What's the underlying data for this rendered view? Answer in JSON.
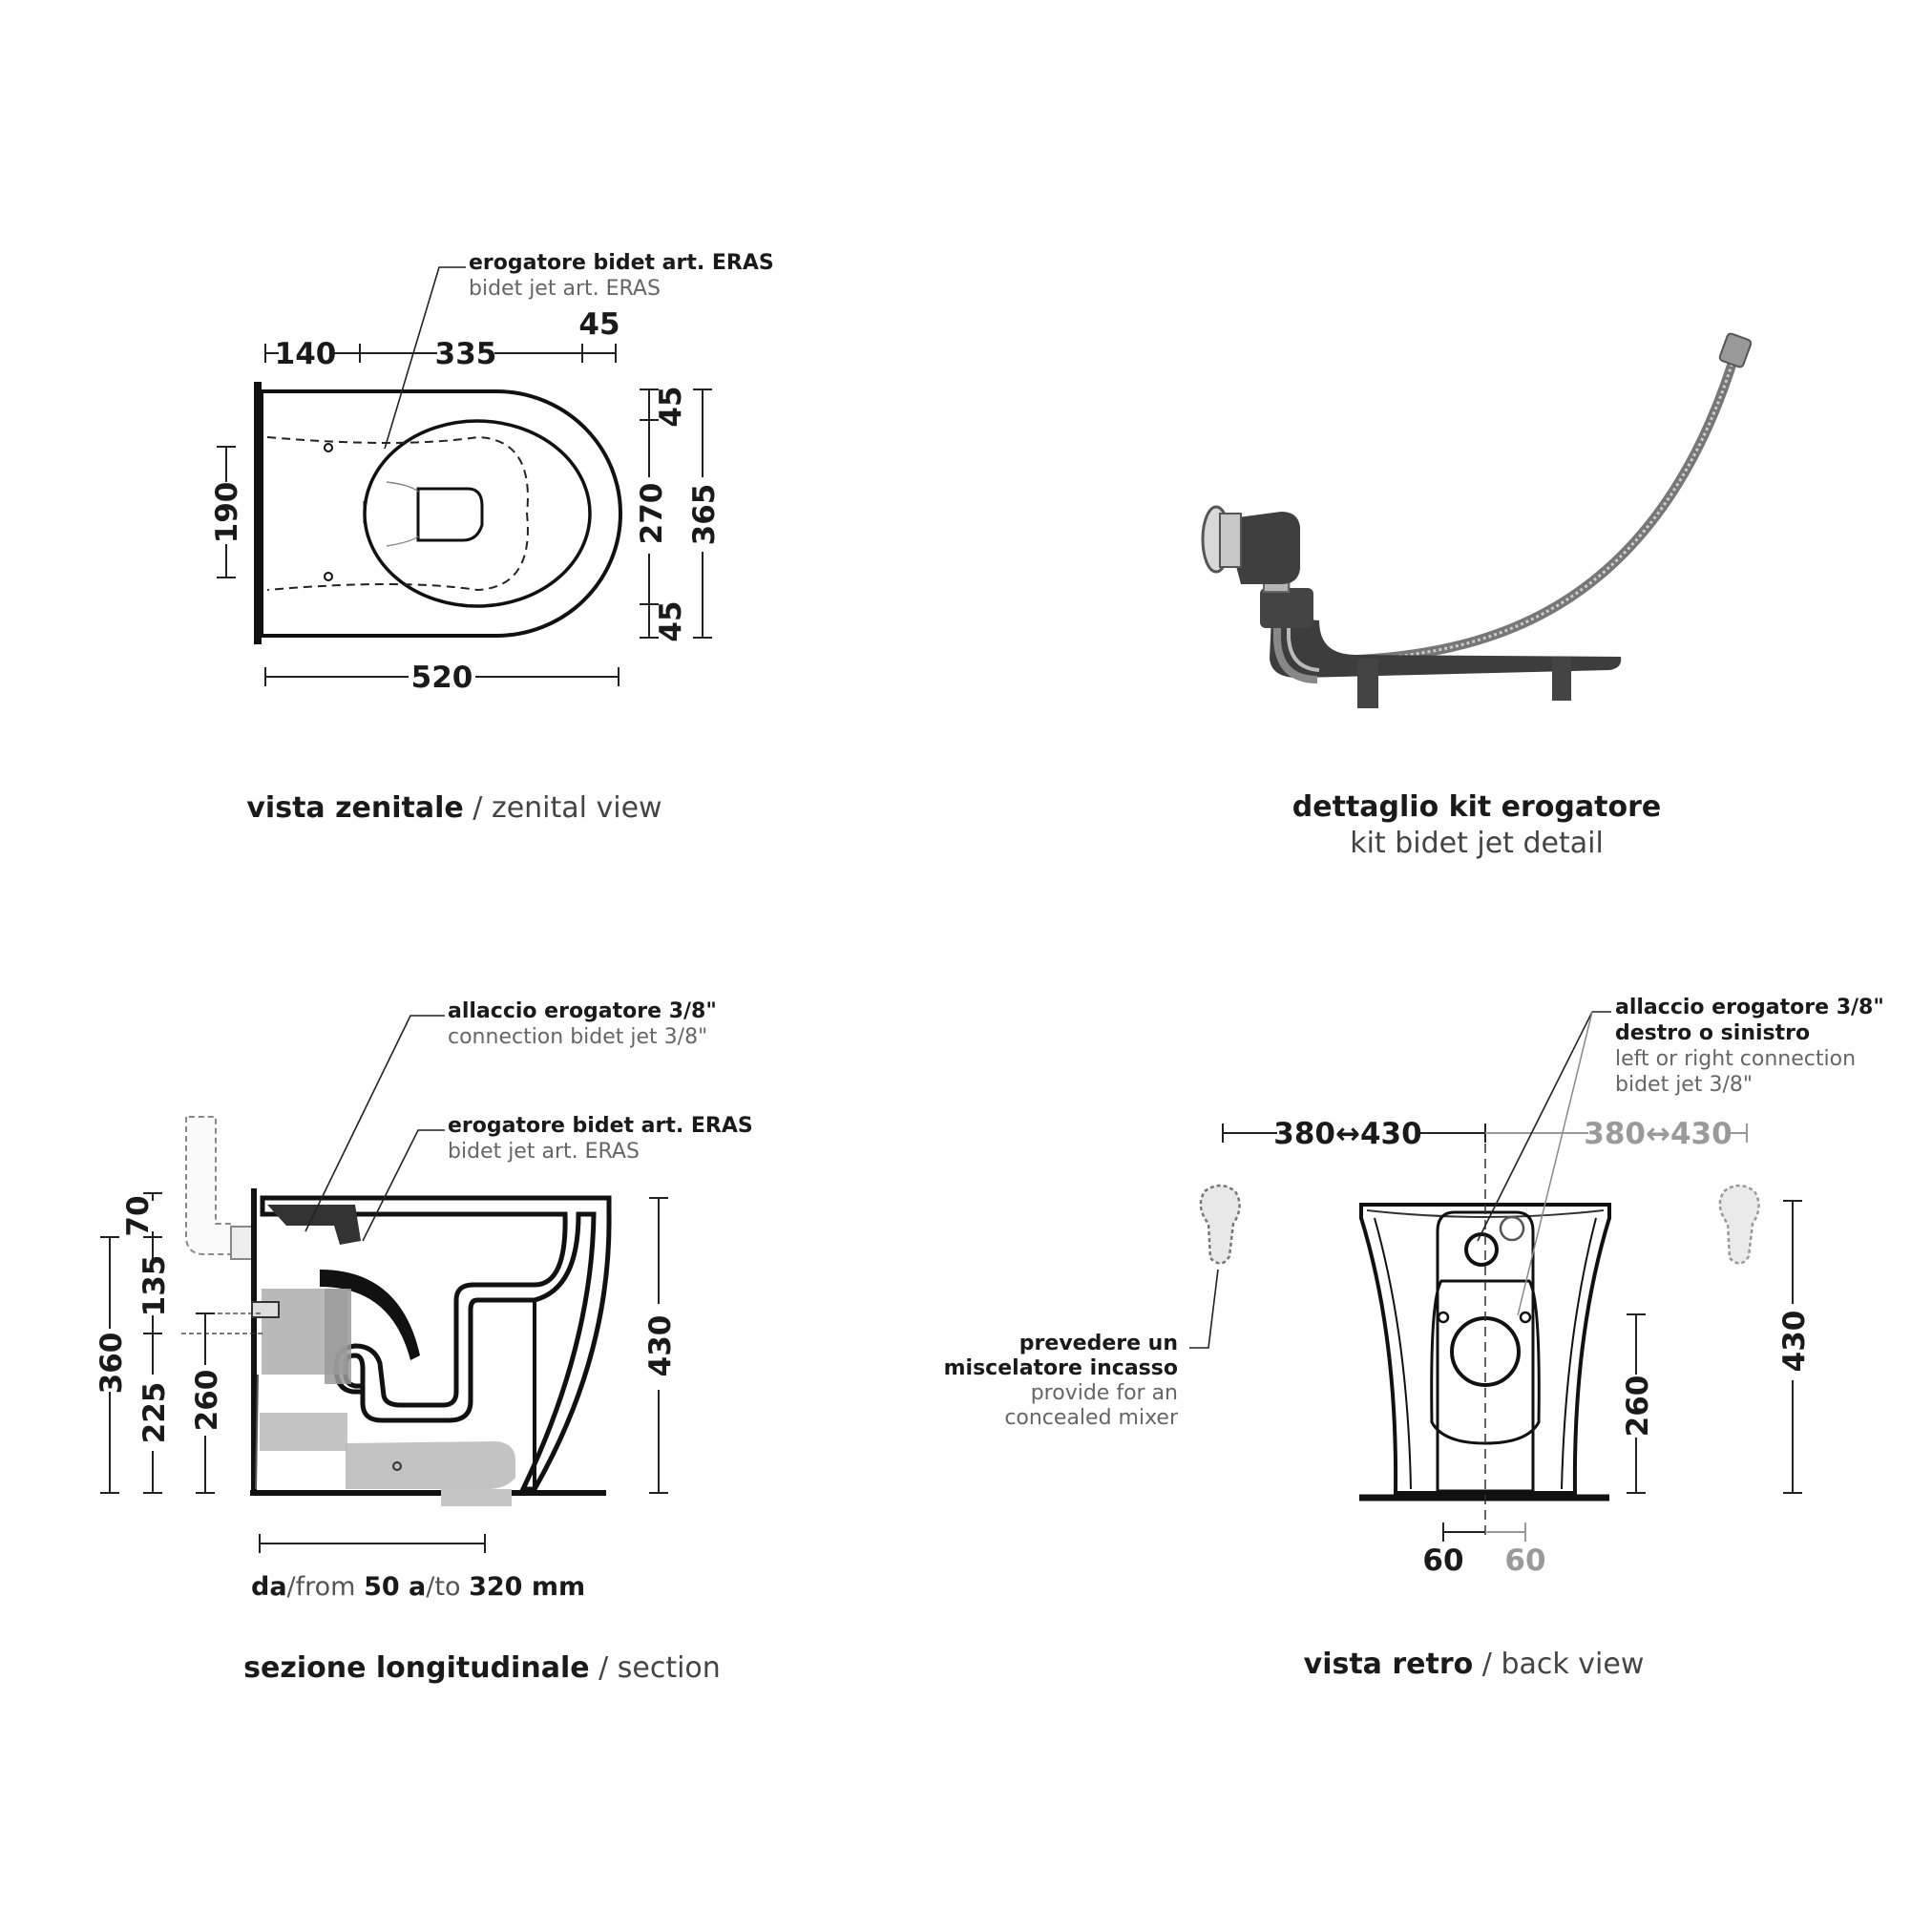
{
  "zenital": {
    "callout_bold": "erogatore bidet art. ERAS",
    "callout_normal": "bidet jet art. ERAS",
    "dims": {
      "d140": "140",
      "d335": "335",
      "d45top": "45",
      "d190": "190",
      "d45a": "45",
      "d270": "270",
      "d365": "365",
      "d45b": "45",
      "d520": "520"
    },
    "caption_bold": "vista zenitale",
    "caption_normal": " / zenital view"
  },
  "kit": {
    "caption_bold": "dettaglio kit erogatore",
    "caption_normal": "kit bidet jet detail"
  },
  "section": {
    "callout1_bold": "allaccio erogatore 3/8\"",
    "callout1_normal": "connection bidet jet 3/8\"",
    "callout2_bold": "erogatore bidet art. ERAS",
    "callout2_normal": "bidet jet art. ERAS",
    "dims": {
      "d70": "70",
      "d135": "135",
      "d360": "360",
      "d225": "225",
      "d260": "260",
      "d430": "430"
    },
    "from_to": {
      "da": "da",
      "from": "/from ",
      "v50": "50 ",
      "a": "a",
      "to": "/to ",
      "v320": "320 mm"
    },
    "caption_bold": "sezione longitudinale",
    "caption_normal": " / section"
  },
  "back": {
    "callout_line1_bold": "allaccio erogatore 3/8\"",
    "callout_line2_bold": "destro o sinistro",
    "callout_line3_normal": "left or right connection",
    "callout_line4_normal": "bidet jet 3/8\"",
    "mixer_line1_bold": "prevedere un",
    "mixer_line2_bold": "miscelatore incasso",
    "mixer_line3_normal": "provide for an",
    "mixer_line4_normal": "concealed mixer",
    "dims": {
      "d380_430_left": "380↔430",
      "d380_430_right": "380↔430",
      "d430": "430",
      "d260": "260",
      "d60_black": "60",
      "d60_grey": "60"
    },
    "caption_bold": "vista retro",
    "caption_normal": " / back view"
  }
}
